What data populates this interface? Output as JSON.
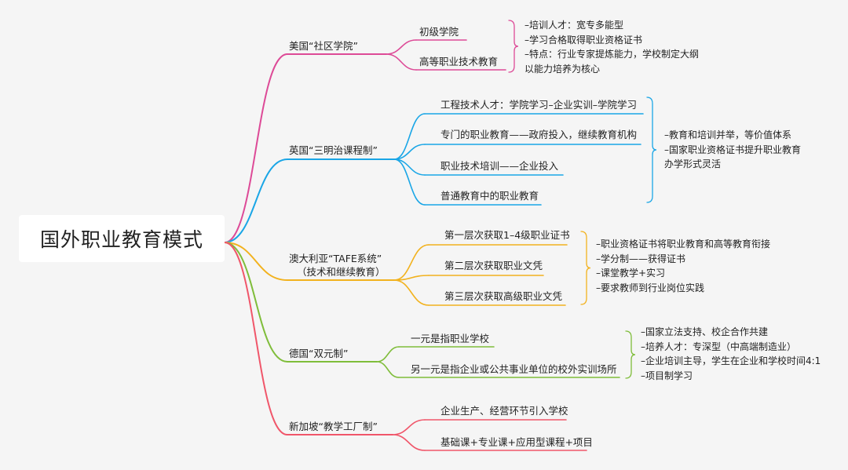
{
  "root": {
    "title": "国外职业教育模式"
  },
  "branches": [
    {
      "label": "美国“社区学院”",
      "color": "#dd4a97",
      "children": [
        "初级学院",
        "高等职业技术教育"
      ],
      "notes": [
        "–培训人才：宽专多能型",
        "–学习合格取得职业资格证书",
        "–特点：行业专家提炼能力，学校制定大纲",
        "以能力培养为核心"
      ]
    },
    {
      "label": "英国“三明治课程制”",
      "color": "#1aa6e6",
      "children": [
        "工程技术人才：学院学习–企业实训–学院学习",
        "专门的职业教育——政府投入，继续教育机构",
        "职业技术培训——企业投入",
        "普通教育中的职业教育"
      ],
      "notes": [
        "–教育和培训并举，等价值体系",
        "–国家职业资格证书提升职业教育",
        "办学形式灵活"
      ]
    },
    {
      "label": "澳大利亚“TAFE系统”",
      "label2": "（技术和继续教育）",
      "color": "#f2b21e",
      "children": [
        "第一层次获取1–4级职业证书",
        "第二层次获取职业文凭",
        "第三层次获取高级职业文凭"
      ],
      "notes": [
        "–职业资格证书将职业教育和高等教育衔接",
        "–学分制——获得证书",
        "–课堂教学+实习",
        "–要求教师到行业岗位实践"
      ]
    },
    {
      "label": "德国“双元制”",
      "color": "#7fbd3a",
      "children": [
        "一元是指职业学校",
        "另一元是指企业或公共事业单位的校外实训场所"
      ],
      "notes": [
        "–国家立法支持、校企合作共建",
        "–培养人才：专深型（中高端制造业）",
        "–企业培训主导，学生在企业和学校时间4:1",
        "–项目制学习"
      ]
    },
    {
      "label": "新加坡“教学工厂制”",
      "color": "#f0566a",
      "children": [
        "企业生产、经营环节引入学校",
        "基础课+专业课+应用型课程+项目"
      ],
      "notes": []
    }
  ]
}
